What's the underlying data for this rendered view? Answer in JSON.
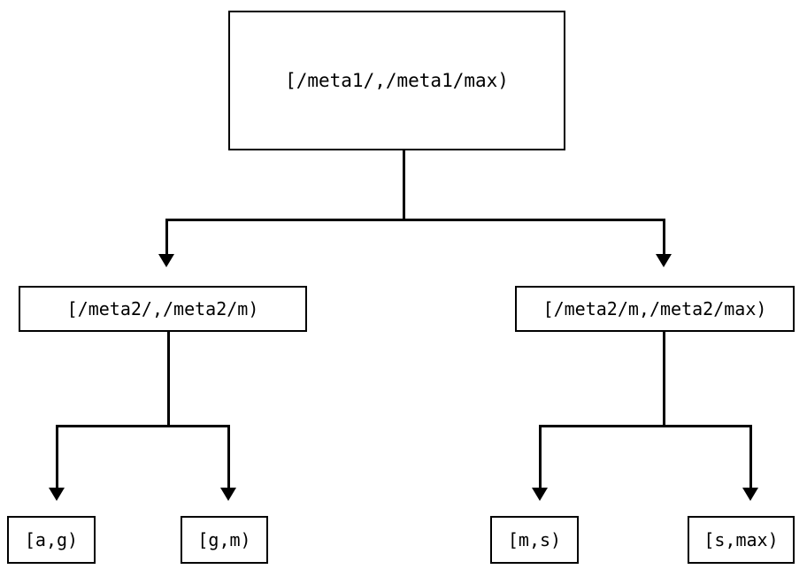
{
  "diagram": {
    "type": "tree",
    "title": "",
    "orientation": "top-down",
    "colors": {
      "background": "#ffffff",
      "stroke": "#000000",
      "text": "#000000",
      "node_fill": "#ffffff"
    },
    "nodes": {
      "root": {
        "id": "root",
        "label": "[/meta1/,/meta1/max)"
      },
      "mid_left": {
        "id": "mid-left",
        "label": "[/meta2/,/meta2/m)"
      },
      "mid_right": {
        "id": "mid-right",
        "label": "[/meta2/m,/meta2/max)"
      },
      "leaf_ag": {
        "id": "leaf-a-g",
        "label": "[a,g)"
      },
      "leaf_gm": {
        "id": "leaf-g-m",
        "label": "[g,m)"
      },
      "leaf_ms": {
        "id": "leaf-m-s",
        "label": "[m,s)"
      },
      "leaf_smax": {
        "id": "leaf-s-max",
        "label": "[s,max)"
      }
    },
    "edges": [
      {
        "from": "root",
        "to": "mid-left",
        "arrow": "down"
      },
      {
        "from": "root",
        "to": "mid-right",
        "arrow": "down"
      },
      {
        "from": "mid-left",
        "to": "leaf-a-g",
        "arrow": "down"
      },
      {
        "from": "mid-left",
        "to": "leaf-g-m",
        "arrow": "down"
      },
      {
        "from": "mid-right",
        "to": "leaf-m-s",
        "arrow": "down"
      },
      {
        "from": "mid-right",
        "to": "leaf-s-max",
        "arrow": "down"
      }
    ]
  }
}
